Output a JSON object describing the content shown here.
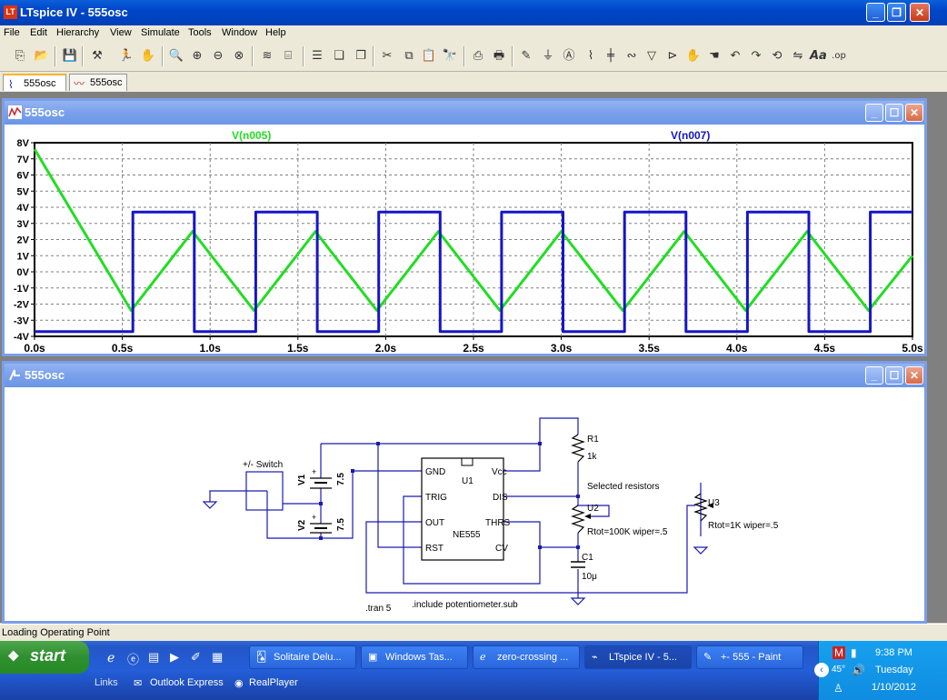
{
  "app": {
    "title": "LTspice IV - 555osc"
  },
  "menu": [
    "File",
    "Edit",
    "Hierarchy",
    "View",
    "Simulate",
    "Tools",
    "Window",
    "Help"
  ],
  "tabs": [
    {
      "label": "555osc",
      "icon": "schematic-icon"
    },
    {
      "label": "555osc",
      "icon": "waveform-icon"
    }
  ],
  "plot_window": {
    "title": "555osc",
    "trace1": "V(n005)",
    "trace2": "V(n007)",
    "trace1_color": "#22dd22",
    "trace2_color": "#1515c8"
  },
  "schematic_window": {
    "title": "555osc",
    "labels": {
      "switch": "+/- Switch",
      "v1": "V1",
      "v2": "V2",
      "v1_val": "7.5",
      "v2_val": "7.5",
      "gnd": "GND",
      "vcc": "Vcc",
      "u1": "U1",
      "trig": "TRIG",
      "dis": "DIS",
      "out": "OUT",
      "thrs": "THRS",
      "rst": "RST",
      "cv": "CV",
      "chip": "NE555",
      "r1": "R1",
      "r1_val": "1k",
      "selected": "Selected resistors",
      "u2": "U2",
      "u2_val": "Rtot=100K wiper=.5",
      "u3": "U3",
      "u3_val": "Rtot=1K wiper=.5",
      "c1": "C1",
      "c1_val": "10μ",
      "tran": ".tran 5",
      "include": ".include potentiometer.sub"
    }
  },
  "status": "Loading Operating Point",
  "taskbar": {
    "start": "start",
    "tasks": [
      "Solitaire Delu...",
      "Windows Tas...",
      "zero-crossing ...",
      "LTspice IV - 5...",
      "+- 555 - Paint"
    ],
    "quicklaunch": [
      "Links",
      "Outlook Express",
      "RealPlayer"
    ],
    "clock_time": "9:38 PM",
    "clock_day": "Tuesday",
    "clock_date": "1/10/2012",
    "temp": "45°"
  },
  "chart_data": {
    "type": "line",
    "xlabel": "",
    "ylabel": "",
    "xlim": [
      0,
      5
    ],
    "ylim": [
      -4,
      8
    ],
    "x_ticks": [
      "0.0s",
      "0.5s",
      "1.0s",
      "1.5s",
      "2.0s",
      "2.5s",
      "3.0s",
      "3.5s",
      "4.0s",
      "4.5s",
      "5.0s"
    ],
    "y_ticks": [
      "8V",
      "7V",
      "6V",
      "5V",
      "4V",
      "3V",
      "2V",
      "1V",
      "0V",
      "-1V",
      "-2V",
      "-3V",
      "-4V"
    ],
    "grid": true,
    "series": [
      {
        "name": "V(n005)",
        "color": "#22dd22",
        "x": [
          0,
          0.55,
          0.9,
          1.25,
          1.6,
          1.95,
          2.3,
          2.65,
          3.0,
          3.35,
          3.7,
          4.05,
          4.4,
          4.75,
          5.0
        ],
        "y": [
          7.6,
          -2.4,
          2.5,
          -2.4,
          2.5,
          -2.4,
          2.5,
          -2.4,
          2.5,
          -2.4,
          2.5,
          -2.4,
          2.5,
          -2.4,
          1.0
        ]
      },
      {
        "name": "V(n007)",
        "color": "#1515c8",
        "x": [
          0,
          0.56,
          0.56,
          0.91,
          0.91,
          1.26,
          1.26,
          1.61,
          1.61,
          1.96,
          1.96,
          2.31,
          2.31,
          2.66,
          2.66,
          3.01,
          3.01,
          3.36,
          3.36,
          3.71,
          3.71,
          4.06,
          4.06,
          4.41,
          4.41,
          4.76,
          4.76,
          5.0
        ],
        "y": [
          -3.7,
          -3.7,
          3.7,
          3.7,
          -3.7,
          -3.7,
          3.7,
          3.7,
          -3.7,
          -3.7,
          3.7,
          3.7,
          -3.7,
          -3.7,
          3.7,
          3.7,
          -3.7,
          -3.7,
          3.7,
          3.7,
          -3.7,
          -3.7,
          3.7,
          3.7,
          -3.7,
          -3.7,
          3.7,
          3.7
        ]
      }
    ]
  }
}
